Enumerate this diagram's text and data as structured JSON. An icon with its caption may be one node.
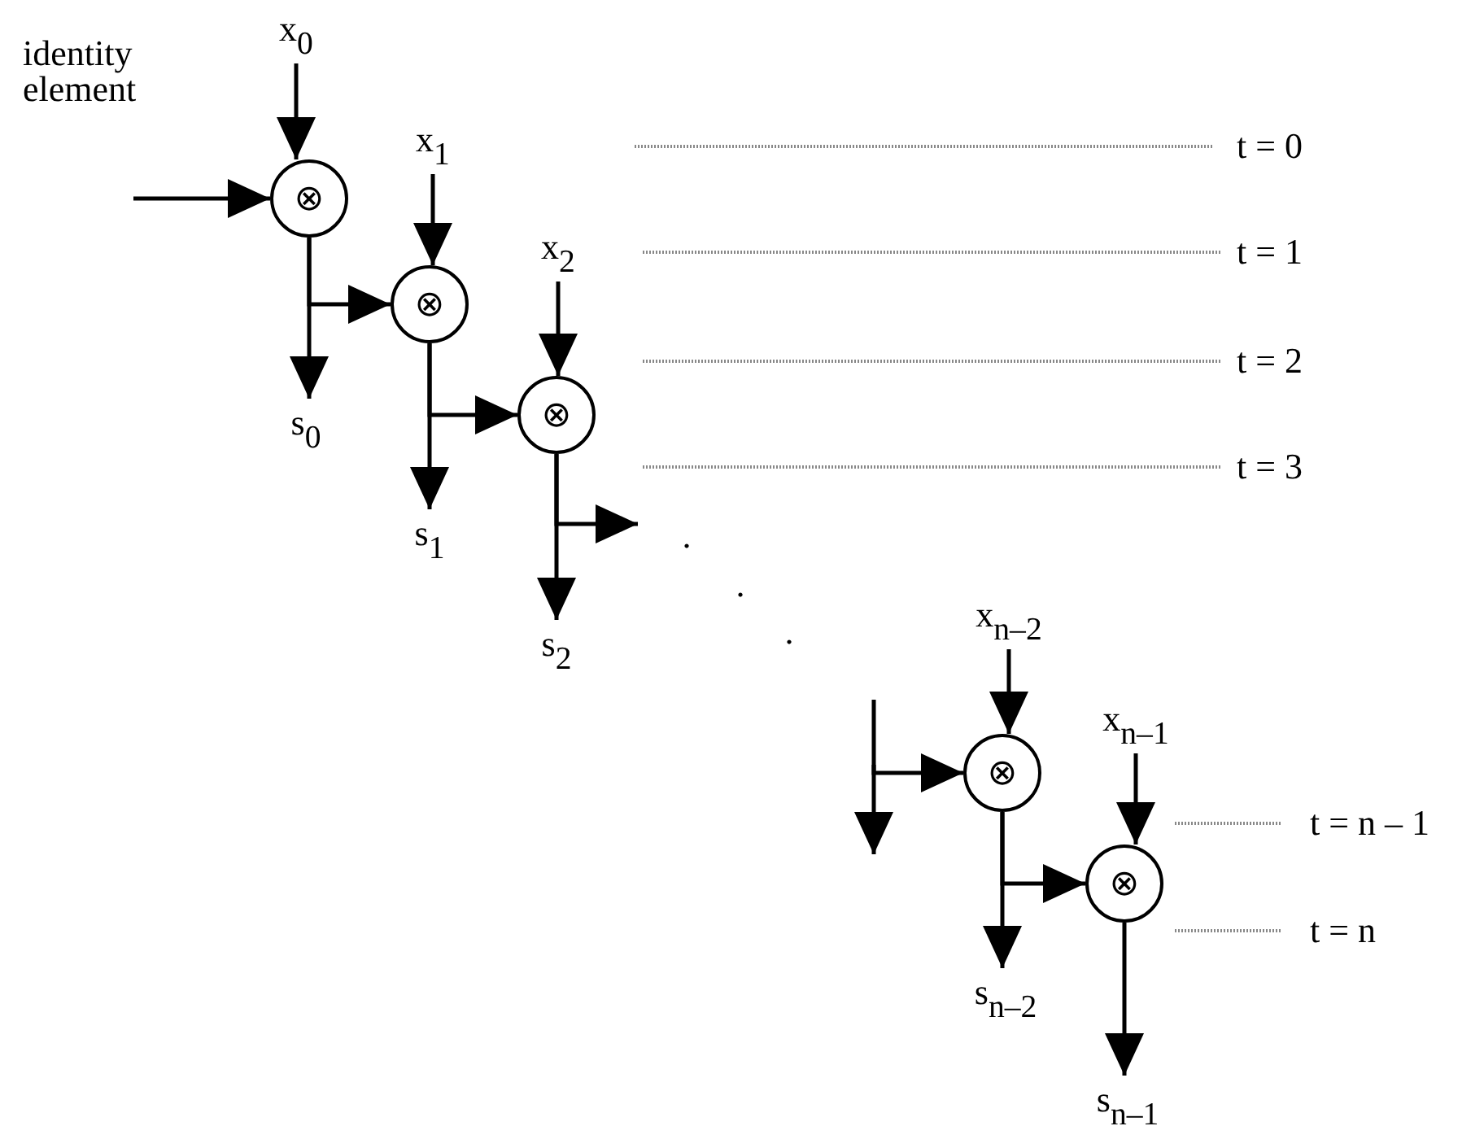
{
  "diagram": {
    "nodes": [
      {
        "text": [
          "identity element"
        ]
      },
      {
        "text": [
          "x$_{0}$"
        ]
      },
      {
        "text": [
          "⊗"
        ]
      },
      {
        "text": [
          "x$_{1}$"
        ]
      },
      {
        "text": [
          "⊗"
        ]
      },
      {
        "text": [
          "x$_{2}$"
        ]
      },
      {
        "text": [
          "⊗"
        ]
      },
      {
        "text": [
          "s$_{0}$"
        ]
      },
      {
        "text": [
          "s$_{1}$"
        ]
      },
      {
        "text": [
          "s$_{2}$"
        ]
      },
      {
        "text": [
          "x$_{n–2}$"
        ]
      },
      {
        "text": [
          "⊗"
        ]
      },
      {
        "text": [
          "x$_{n–1}$"
        ]
      },
      {
        "text": [
          "⊗"
        ]
      },
      {
        "text": [
          "s$_{n–2}$"
        ]
      },
      {
        "text": [
          "s$_{n–1}$"
        ]
      }
    ],
    "edges": [
      {
        "from": 0,
        "to": 2,
        "arrow": "to"
      },
      {
        "from": 1,
        "to": 2,
        "arrow": "to"
      },
      {
        "from": 2,
        "to": 7,
        "arrow": "to"
      },
      {
        "from": 2,
        "to": 4,
        "arrow": "to"
      },
      {
        "from": 3,
        "to": 4,
        "arrow": "to"
      },
      {
        "from": 4,
        "to": 8,
        "arrow": "to"
      },
      {
        "from": 4,
        "to": 6,
        "arrow": "to"
      },
      {
        "from": 5,
        "to": 6,
        "arrow": "to"
      },
      {
        "from": 6,
        "to": 9,
        "arrow": "to"
      },
      {
        "from": 6,
        "to": null,
        "arrow": "to"
      },
      {
        "from": null,
        "to": 11,
        "arrow": "to"
      },
      {
        "from": 10,
        "to": 11,
        "arrow": "to"
      },
      {
        "from": 11,
        "to": 14,
        "arrow": "to"
      },
      {
        "from": 11,
        "to": 13,
        "arrow": "to"
      },
      {
        "from": 12,
        "to": 13,
        "arrow": "to"
      },
      {
        "from": 13,
        "to": 15,
        "arrow": "to"
      }
    ],
    "labels": [
      "t = 0",
      "t = 1",
      "t = 2",
      "t = 3",
      ".",
      ".",
      ".",
      "t = n – 1",
      "t = n"
    ]
  }
}
